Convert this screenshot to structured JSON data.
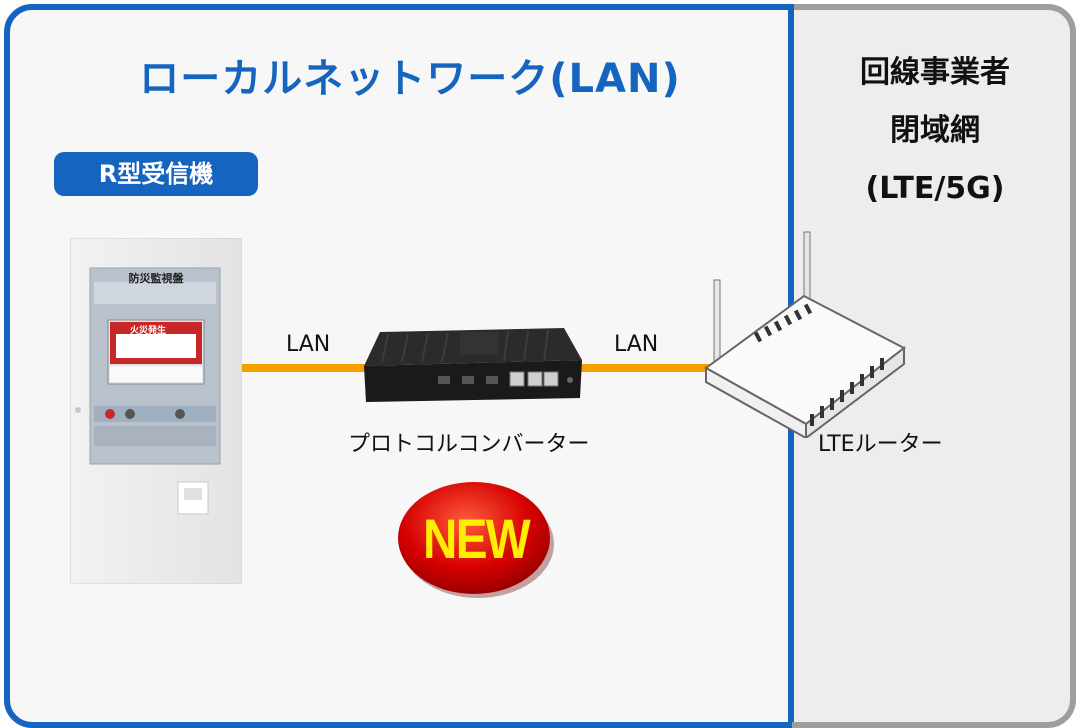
{
  "zones": {
    "lan_title": "ローカルネットワーク(LAN)",
    "wan_title": "回線事業者\n閉域網\n(LTE/5G)"
  },
  "receiver": {
    "badge": "R型受信機",
    "screen_title": "防災監視盤",
    "alert_text": "火災発生"
  },
  "links": {
    "left_label": "LAN",
    "right_label": "LAN"
  },
  "devices": {
    "converter_label": "プロトコルコンバーター",
    "router_label": "LTEルーター"
  },
  "new_badge": "NEW",
  "colors": {
    "lan_border": "#1565c0",
    "wan_border": "#9e9e9e",
    "cable": "#f5a000",
    "new_red": "#d50000",
    "new_text": "#ffee00"
  }
}
